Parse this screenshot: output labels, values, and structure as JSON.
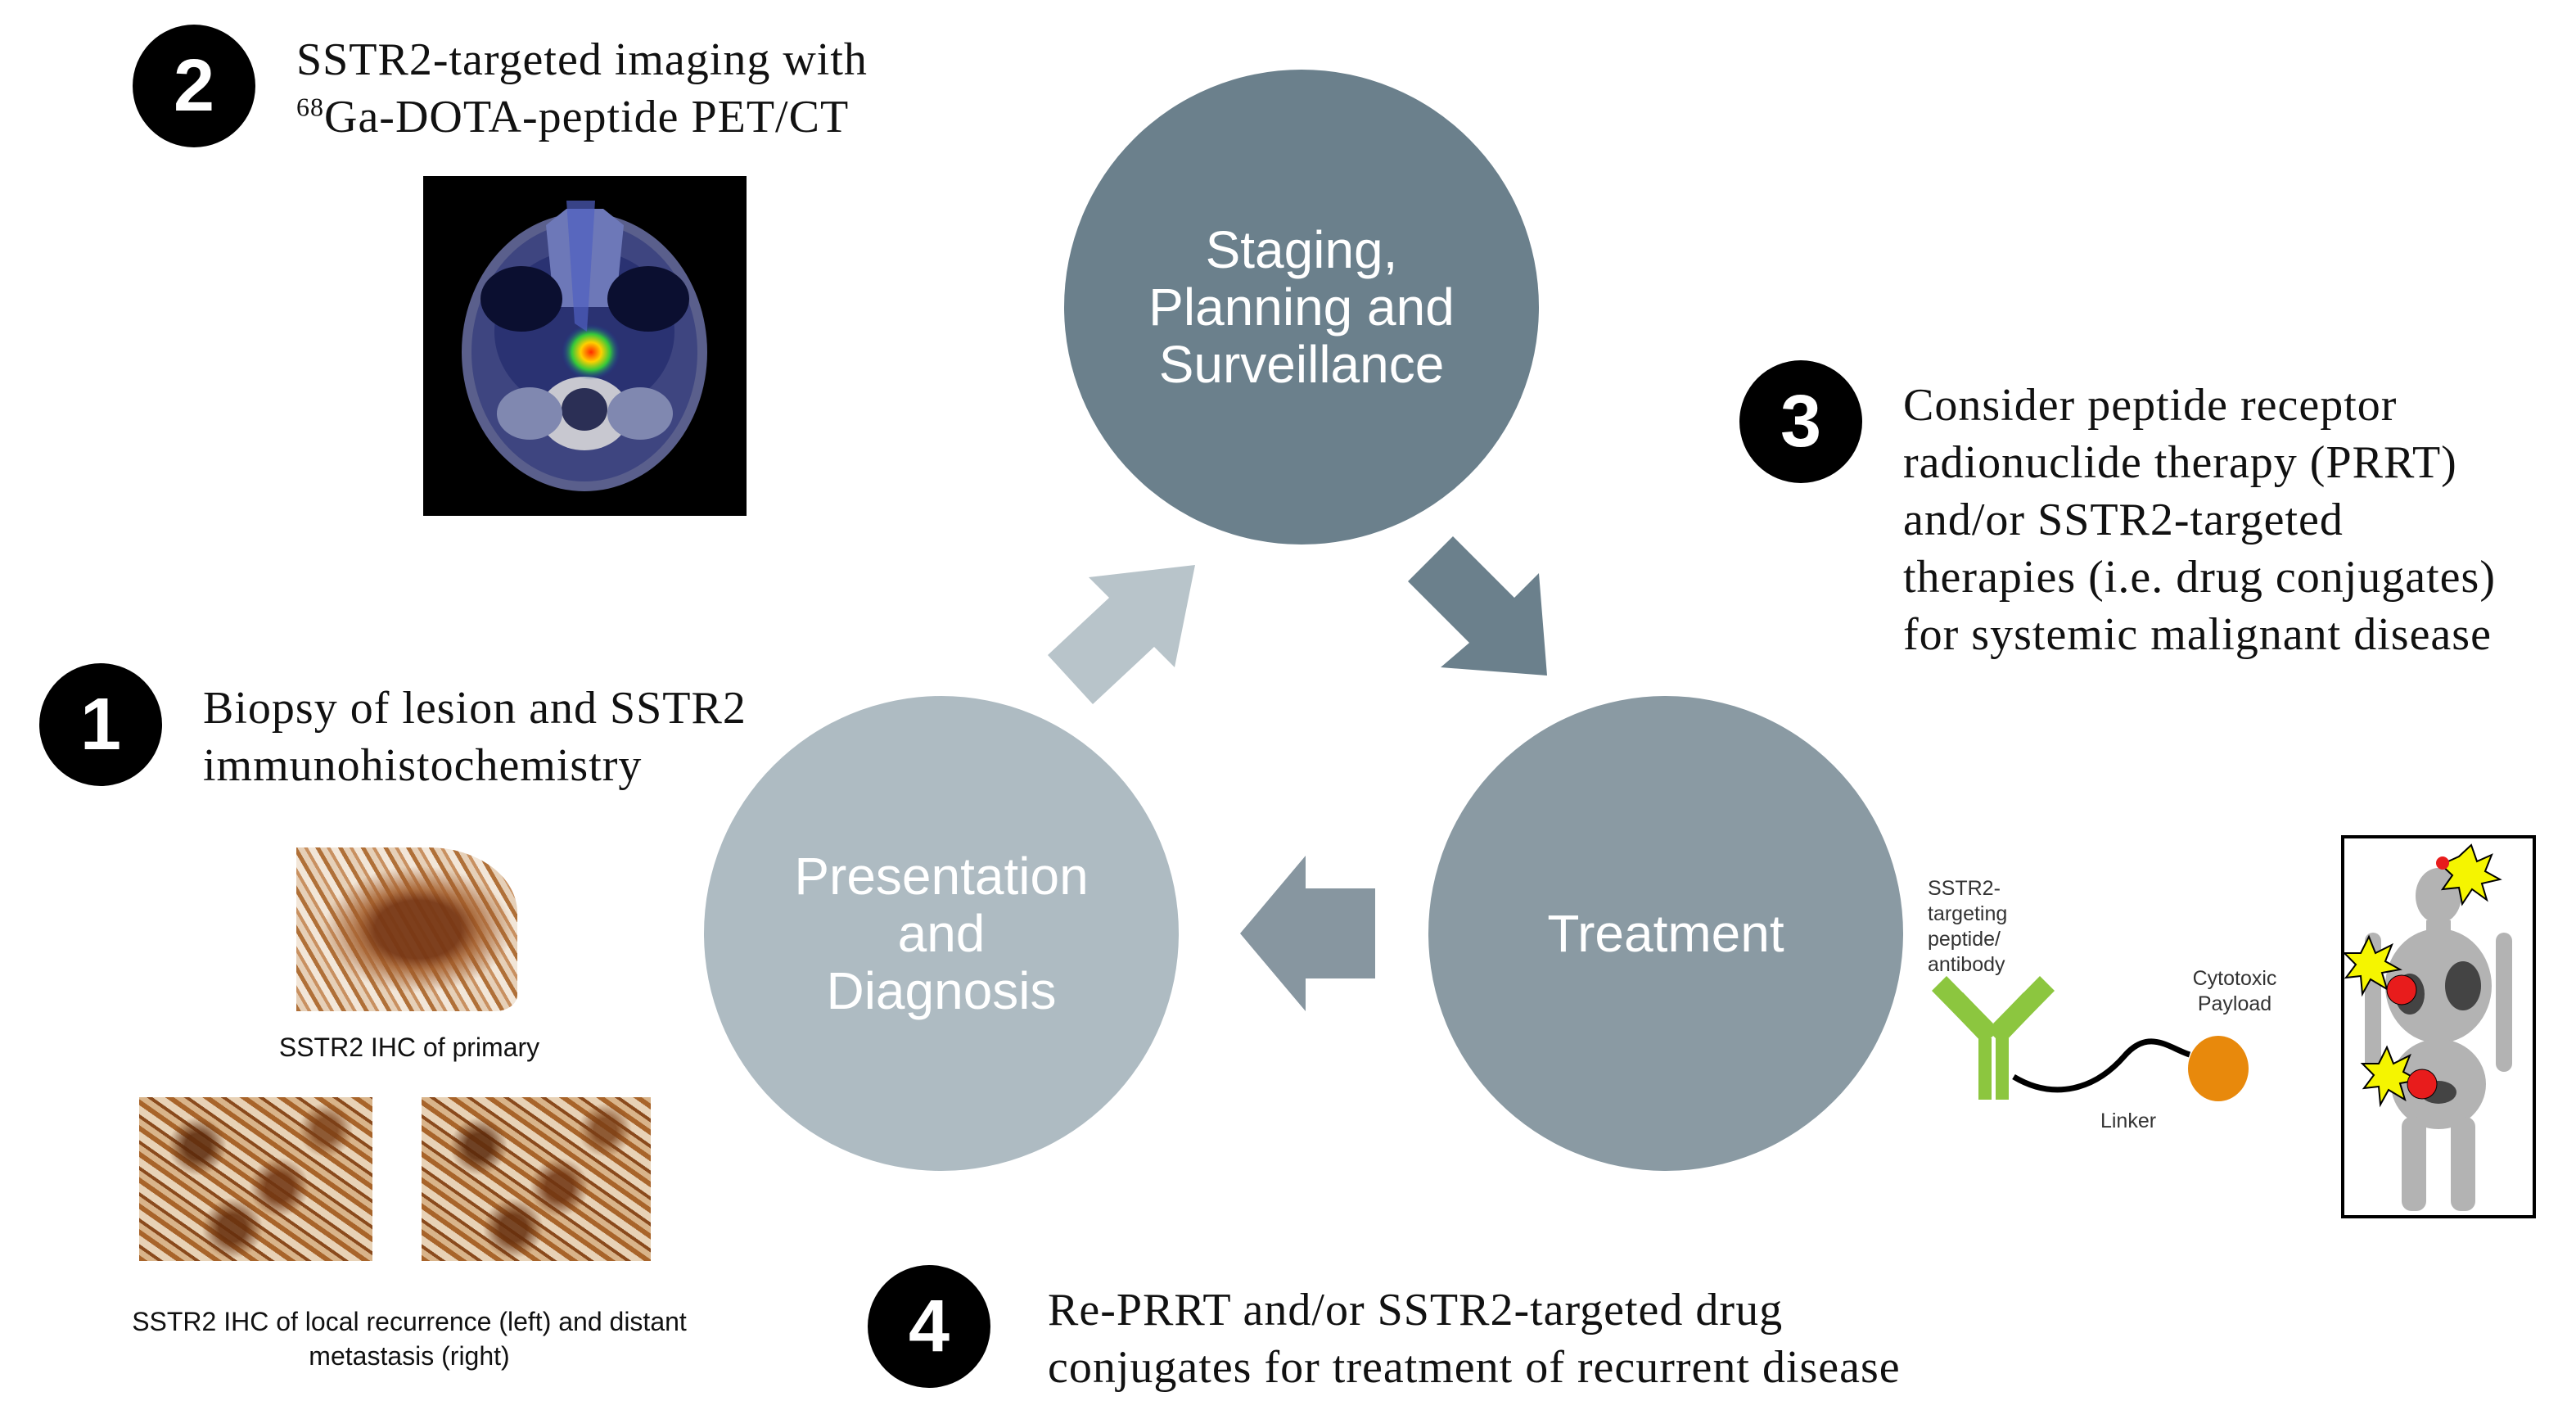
{
  "cycle": {
    "staging": "Staging, Planning and Surveillance",
    "staging_lines": [
      "Staging,",
      "Planning and",
      "Surveillance"
    ],
    "treatment": "Treatment",
    "presentation_lines": [
      "Presentation",
      "and",
      "Diagnosis"
    ],
    "colors": {
      "staging": "#6b808c",
      "treatment": "#8a9aa3",
      "presentation": "#aebbc2",
      "arrow_staging": "#b8c4ca",
      "arrow_treatment": "#6b808c",
      "arrow_presentation": "#8796a0"
    }
  },
  "steps": [
    {
      "number": "1",
      "lines": [
        "Biopsy of lesion and SSTR2",
        "immunohistochemistry"
      ]
    },
    {
      "number": "2",
      "lines": [
        "SSTR2-targeted imaging with",
        "Ga-DOTA-peptide PET/CT"
      ],
      "superscript": "68"
    },
    {
      "number": "3",
      "lines": [
        "Consider peptide receptor",
        "radionuclide therapy (PRRT)",
        "and/or SSTR2-targeted",
        "therapies (i.e. drug conjugates)",
        "for systemic malignant disease"
      ]
    },
    {
      "number": "4",
      "lines": [
        "Re-PRRT and/or SSTR2-targeted drug",
        "conjugates for treatment of recurrent disease"
      ]
    }
  ],
  "captions": {
    "primary": "SSTR2 IHC of primary",
    "recurrence_lines": [
      "SSTR2 IHC of local recurrence (left) and distant",
      "metastasis (right)"
    ]
  },
  "conjugate": {
    "targeting_lines": [
      "SSTR2-",
      "targeting",
      "peptide/",
      "antibody"
    ],
    "payload_lines": [
      "Cytotoxic",
      "Payload"
    ],
    "linker": "Linker",
    "colors": {
      "antibody": "#8cc63f",
      "payload": "#e8890c",
      "linker": "#000000"
    }
  },
  "scan_marker_colors": {
    "lesion": "#e81c1c",
    "burst": "#f5f500"
  }
}
